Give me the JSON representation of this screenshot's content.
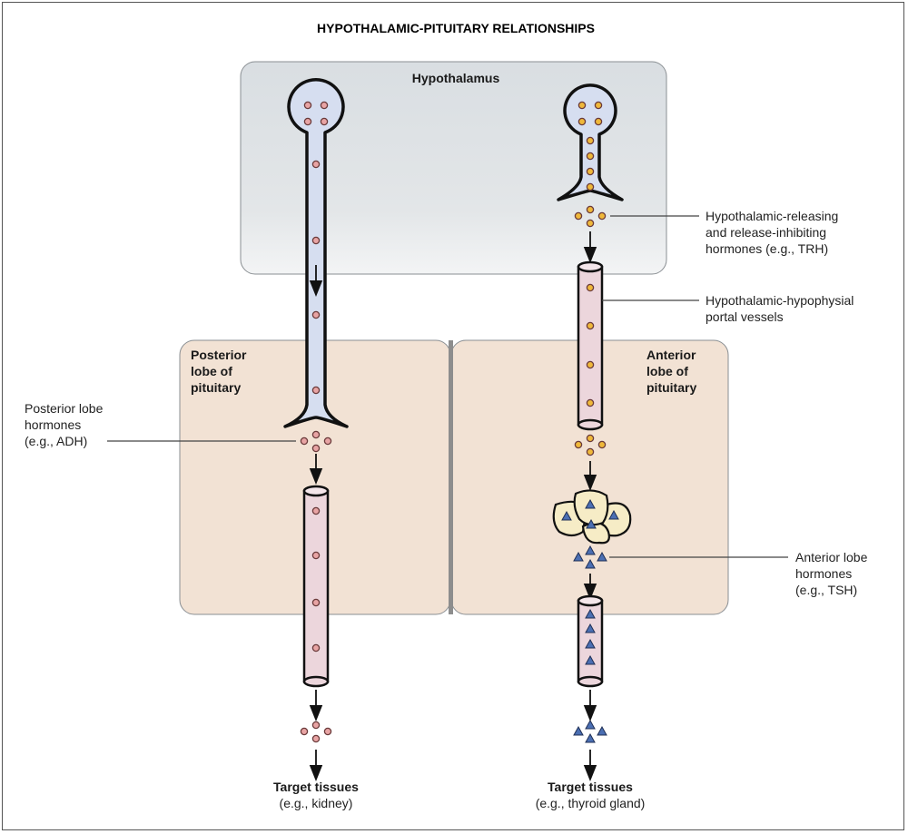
{
  "title": "HYPOTHALAMIC-PITUITARY RELATIONSHIPS",
  "regions": {
    "hypothalamus": "Hypothalamus",
    "posterior_lobe": [
      "Posterior",
      "lobe of",
      "pituitary"
    ],
    "anterior_lobe": [
      "Anterior",
      "lobe of",
      "pituitary"
    ]
  },
  "callouts": {
    "releasing_hormones": [
      "Hypothalamic-releasing",
      "and release-inhibiting",
      "hormones (e.g., TRH)"
    ],
    "portal_vessels": [
      "Hypothalamic-hypophysial",
      "portal vessels"
    ],
    "posterior_hormones": [
      "Posterior lobe",
      "hormones",
      "(e.g., ADH)"
    ],
    "anterior_hormones": [
      "Anterior lobe",
      "hormones",
      "(e.g., TSH)"
    ]
  },
  "targets": {
    "left": {
      "title": "Target tissues",
      "example": "(e.g., kidney)"
    },
    "right": {
      "title": "Target tissues",
      "example": "(e.g., thyroid gland)"
    }
  },
  "colors": {
    "hypothalamus_bg": "#dfe3e6",
    "pituitary_bg": "#f2e2d4",
    "neuron_fill": "#d6def0",
    "vessel_fill": "#ecd6dc",
    "posterior_hormone": "#e8a4a4",
    "releasing_hormone": "#efb83a",
    "anterior_hormone": "#4b6fb3",
    "cell_fill": "#f6ecc6"
  }
}
